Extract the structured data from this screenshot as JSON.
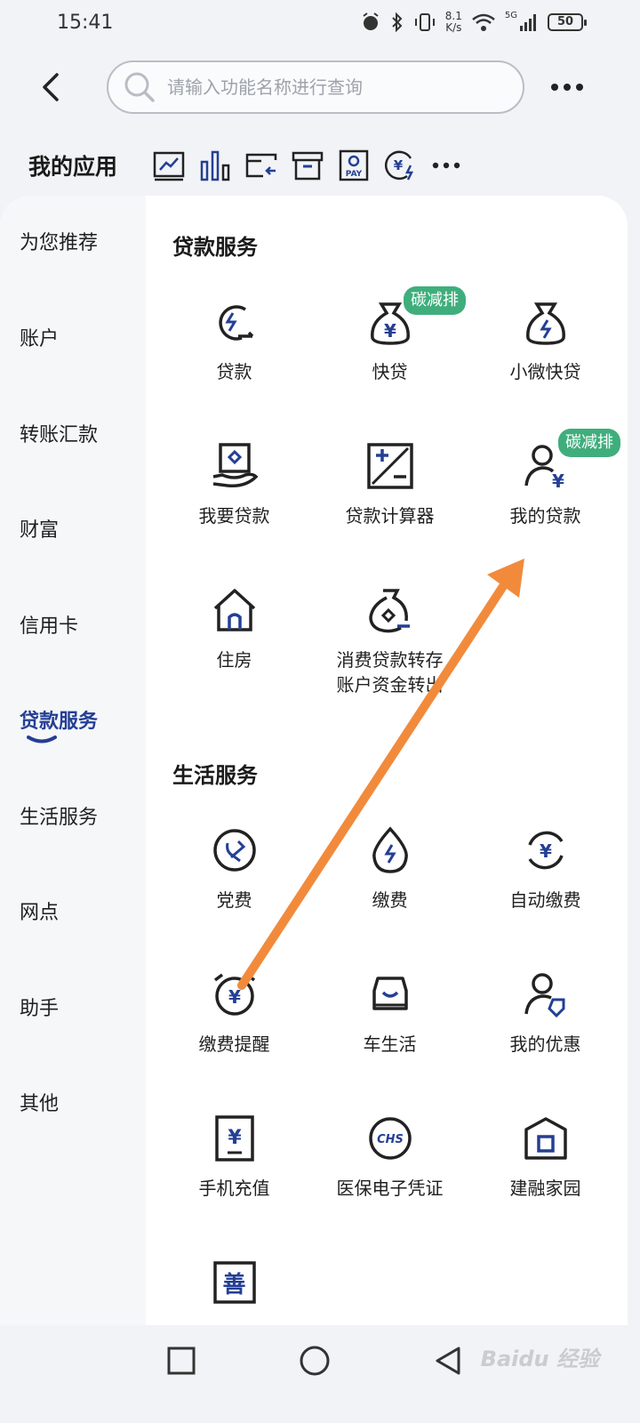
{
  "status_bar": {
    "time": "15:41",
    "net_speed_value": "8.1",
    "net_speed_unit": "K/s",
    "signal_label": "5G",
    "battery": "50"
  },
  "header": {
    "search_placeholder": "请输入功能名称进行查询"
  },
  "my_apps": {
    "title": "我的应用",
    "icons": [
      "chart-icon",
      "bar-chart-icon",
      "card-icon",
      "archive-icon",
      "pay-icon",
      "yuan-loan-icon",
      "more-icon"
    ]
  },
  "sidebar": {
    "items": [
      {
        "label": "为您推荐",
        "active": false
      },
      {
        "label": "账户",
        "active": false
      },
      {
        "label": "转账汇款",
        "active": false
      },
      {
        "label": "财富",
        "active": false
      },
      {
        "label": "信用卡",
        "active": false
      },
      {
        "label": "贷款服务",
        "active": true
      },
      {
        "label": "生活服务",
        "active": false
      },
      {
        "label": "网点",
        "active": false
      },
      {
        "label": "助手",
        "active": false
      },
      {
        "label": "其他",
        "active": false
      }
    ]
  },
  "loan_section": {
    "title": "贷款服务",
    "items": [
      {
        "label": "贷款",
        "icon": "loan-arrow-icon"
      },
      {
        "label": "快贷",
        "icon": "money-bag-yuan-icon",
        "badge": "碳减排"
      },
      {
        "label": "小微快贷",
        "icon": "money-bag-icon"
      },
      {
        "label": "我要贷款",
        "icon": "hand-card-icon"
      },
      {
        "label": "贷款计算器",
        "icon": "calculator-icon"
      },
      {
        "label": "我的贷款",
        "icon": "user-yuan-icon",
        "badge": "碳减排"
      },
      {
        "label": "住房",
        "icon": "house-icon"
      },
      {
        "label_line1": "消费贷款转存",
        "label_line2": "账户资金转出",
        "icon": "bag-transfer-icon"
      }
    ]
  },
  "life_section": {
    "title": "生活服务",
    "items": [
      {
        "label": "党费",
        "icon": "party-icon"
      },
      {
        "label": "缴费",
        "icon": "drop-bolt-icon"
      },
      {
        "label": "自动缴费",
        "icon": "yuan-cycle-icon"
      },
      {
        "label": "缴费提醒",
        "icon": "alarm-yuan-icon"
      },
      {
        "label": "车生活",
        "icon": "car-icon"
      },
      {
        "label": "我的优惠",
        "icon": "user-tag-icon"
      },
      {
        "label": "手机充值",
        "icon": "phone-yuan-icon"
      },
      {
        "label": "医保电子凭证",
        "icon": "chs-icon"
      },
      {
        "label": "建融家园",
        "icon": "home-square-icon"
      },
      {
        "label": "",
        "icon": "charity-icon",
        "glyph": "善"
      }
    ]
  },
  "watermark": "Baidu 经验",
  "colors": {
    "brand_blue": "#243f94",
    "badge_green": "#3fae7c",
    "arrow_orange": "#f28a3c"
  }
}
